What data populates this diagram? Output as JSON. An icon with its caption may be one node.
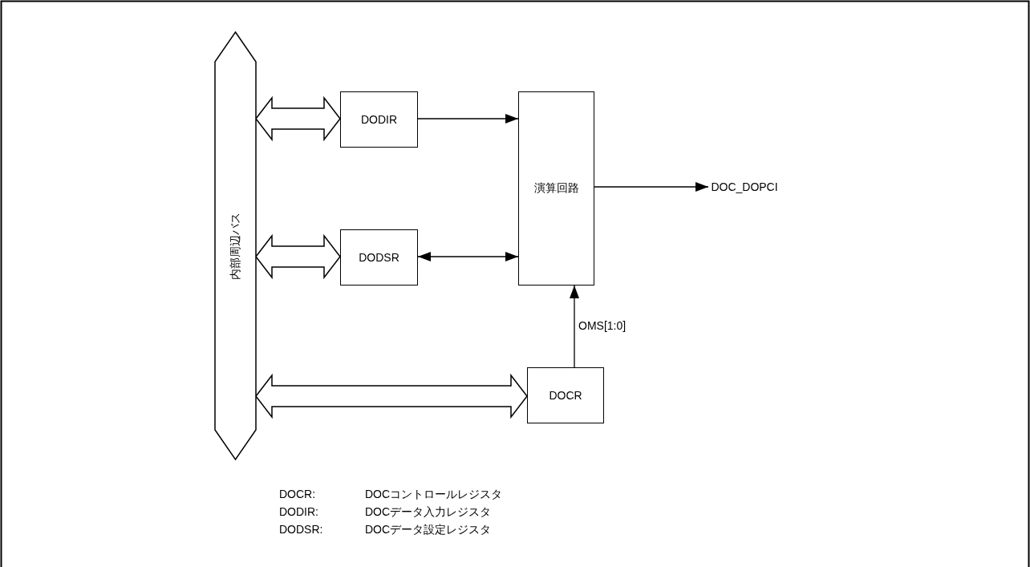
{
  "diagram": {
    "nodes": [
      {
        "text": [
          "内部周辺バス"
        ]
      },
      {
        "text": [
          "DODIR"
        ]
      },
      {
        "text": [
          "DODSR"
        ]
      },
      {
        "text": [
          "演算回路"
        ]
      },
      {
        "text": [
          "DOCR"
        ]
      },
      {
        "text": [
          "DOC_DOPCI"
        ]
      }
    ],
    "edges": [
      {
        "from": 0,
        "to": 1,
        "arrow": "both",
        "style": "thick"
      },
      {
        "from": 1,
        "to": 3,
        "arrow": "to"
      },
      {
        "from": 0,
        "to": 2,
        "arrow": "both",
        "style": "thick"
      },
      {
        "from": 2,
        "to": 3,
        "arrow": "both"
      },
      {
        "from": 3,
        "to": 5,
        "arrow": "to"
      },
      {
        "from": 4,
        "to": 3,
        "arrow": "to",
        "label": "OMS[1:0]"
      },
      {
        "from": 0,
        "to": 4,
        "arrow": "both",
        "style": "thick"
      }
    ],
    "labels": [
      "DOCR:",
      "DOCコントロールレジスタ",
      "DODIR:",
      "DOCデータ入力レジスタ",
      "DODSR:",
      "DOCデータ設定レジスタ"
    ]
  }
}
